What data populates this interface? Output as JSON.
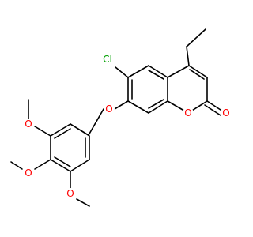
{
  "molecule": {
    "atom_labels": {
      "chlorine": "Cl",
      "ether_oxygen": "O",
      "ring_oxygen": "O",
      "carbonyl_oxygen": "O",
      "methoxy_oxygen_top": "O",
      "methoxy_oxygen_middle": "O",
      "methoxy_oxygen_bottom": "O"
    },
    "colors": {
      "bond": "#000000",
      "chlorine": "#00a000",
      "oxygen": "#ff0000",
      "background": "#ffffff"
    }
  }
}
